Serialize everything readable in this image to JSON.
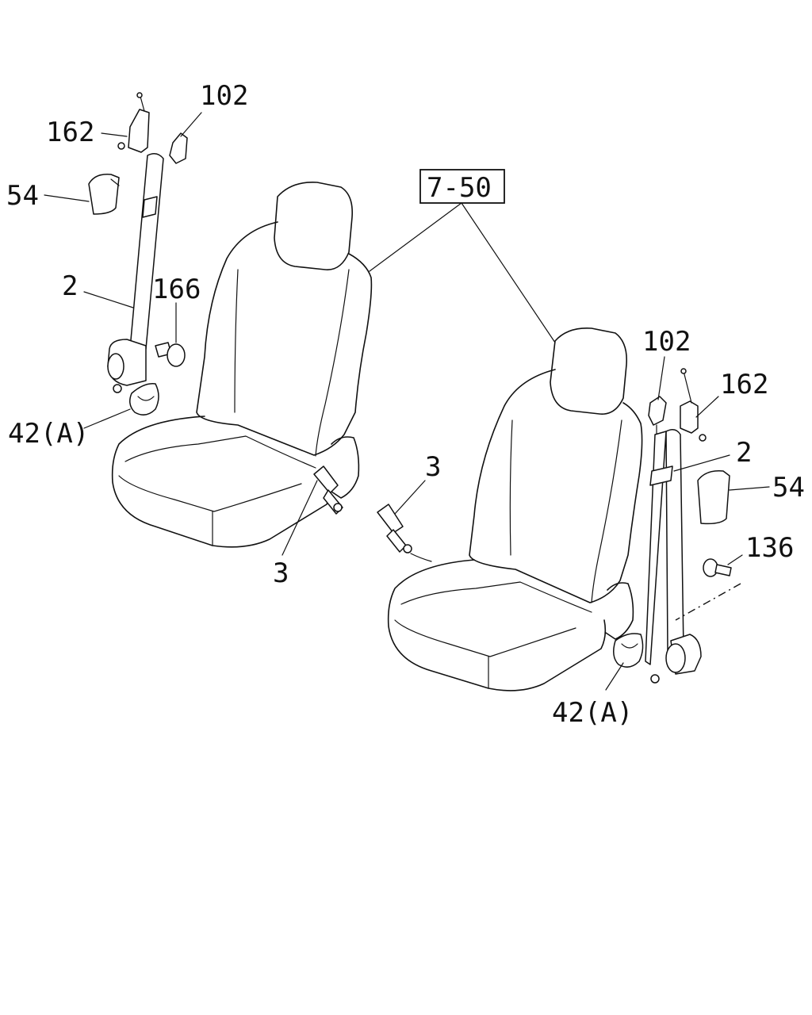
{
  "labels": {
    "left_102": "102",
    "left_162": "162",
    "left_54": "54",
    "left_2": "2",
    "left_166": "166",
    "left_42a": "42(A)",
    "left_3": "3",
    "ref_box": "7-50",
    "right_102": "102",
    "right_162": "162",
    "right_2": "2",
    "right_54": "54",
    "right_136": "136",
    "right_3": "3",
    "right_42a": "42(A)"
  }
}
